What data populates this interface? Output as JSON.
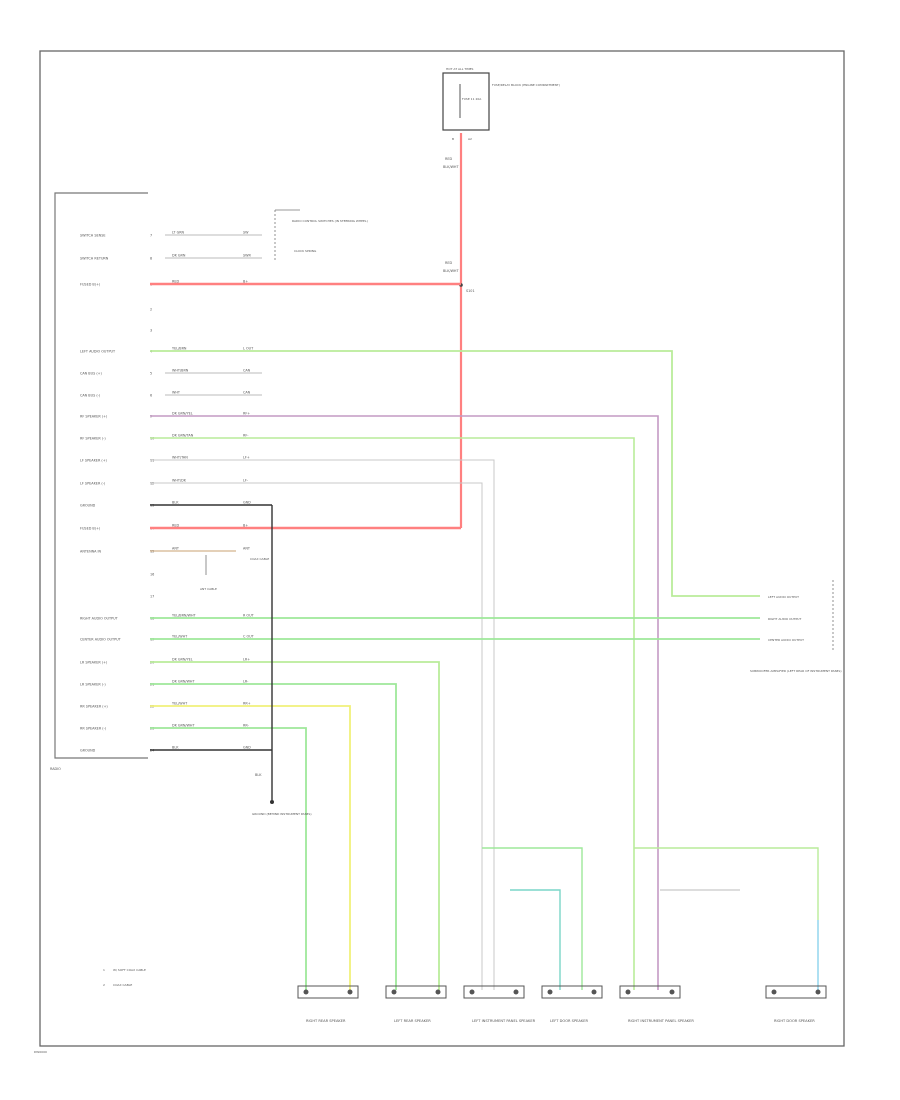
{
  "colors": {
    "border": "#666666",
    "power_red": "#ff8080",
    "green": "#9ee89a",
    "light_green": "#b9ec9a",
    "yellow": "#f0f07a",
    "purple": "#c49ac4",
    "gray": "#c8c8c8",
    "dark": "#333333",
    "blue": "#9ad8ee"
  },
  "fuse": {
    "title": "HOT AT ALL TIMES",
    "fuse_label": "FUSE 11 20A",
    "desc": "FUSE/RELAY BLOCK (ENGINE COMPARTMENT)",
    "pin_a": "B",
    "pin_b": "A2"
  },
  "vertical_wire": {
    "top_label": "RED",
    "top_sub": "BLK/WHT",
    "mid_label": "RED",
    "mid_sub": "BLK/WHT",
    "splice": "S101"
  },
  "steering": {
    "desc": "RADIO CONTROL SWITCHES (IN STEERING WHEEL)",
    "note": "CLOCK SPRING"
  },
  "amplifier": {
    "label": "RADIO",
    "pins": [
      {
        "name": "SWITCH SENSE",
        "num": "7",
        "wire": "LT GRN",
        "code": "SW"
      },
      {
        "name": "SWITCH RETURN",
        "num": "8",
        "wire": "DK GRN",
        "code": "SWR"
      },
      {
        "name": "FUSED B(+)",
        "num": "1",
        "wire": "RED",
        "code": "B+"
      },
      {
        "name": "",
        "num": "2",
        "wire": "",
        "code": ""
      },
      {
        "name": "",
        "num": "3",
        "wire": "",
        "code": ""
      },
      {
        "name": "LEFT AUDIO OUTPUT",
        "num": "4",
        "wire": "YEL/BRN",
        "code": "L OUT"
      },
      {
        "name": "CAN BUS (+)",
        "num": "5",
        "wire": "WHT/BRN",
        "code": "CAN"
      },
      {
        "name": "CAN BUS (-)",
        "num": "6",
        "wire": "WHT",
        "code": "CAN"
      },
      {
        "name": "RF SPEAKER (+)",
        "num": "9",
        "wire": "DK GRN/YEL",
        "code": "RF+"
      },
      {
        "name": "RF SPEAKER (-)",
        "num": "10",
        "wire": "DK GRN/TAN",
        "code": "RF-"
      },
      {
        "name": "LF SPEAKER (+)",
        "num": "11",
        "wire": "WHT/TAN",
        "code": "LF+"
      },
      {
        "name": "LF SPEAKER (-)",
        "num": "12",
        "wire": "WHT/DK",
        "code": "LF-"
      },
      {
        "name": "GROUND",
        "num": "13",
        "wire": "BLK",
        "code": "GND"
      },
      {
        "name": "FUSED B(+)",
        "num": "14",
        "wire": "RED",
        "code": "B+"
      },
      {
        "name": "ANTENNA IN",
        "num": "15",
        "wire": "ANT",
        "code": "ANT"
      },
      {
        "name": "",
        "num": "16",
        "wire": "",
        "code": ""
      },
      {
        "name": "",
        "num": "17",
        "wire": "",
        "code": ""
      },
      {
        "name": "RIGHT AUDIO OUTPUT",
        "num": "18",
        "wire": "YEL/BRN/WHT",
        "code": "R OUT"
      },
      {
        "name": "CENTER AUDIO OUTPUT",
        "num": "19",
        "wire": "YEL/WHT",
        "code": "C OUT"
      },
      {
        "name": "LR SPEAKER (+)",
        "num": "20",
        "wire": "DK GRN/YEL",
        "code": "LR+"
      },
      {
        "name": "LR SPEAKER (-)",
        "num": "21",
        "wire": "DK GRN/WHT",
        "code": "LR-"
      },
      {
        "name": "RR SPEAKER (+)",
        "num": "22",
        "wire": "YEL/WHT",
        "code": "RR+"
      },
      {
        "name": "RR SPEAKER (-)",
        "num": "23",
        "wire": "DK GRN/WHT",
        "code": "RR-"
      },
      {
        "name": "GROUND",
        "num": "24",
        "wire": "BLK",
        "code": "GND"
      }
    ]
  },
  "antenna_note": "ANT CABLE",
  "coax_label": "COAX CABLE",
  "ground": {
    "wire": "BLK",
    "desc": "GROUND (BEHIND INSTRUMENT PANEL)"
  },
  "right_connector": {
    "labels": [
      "LEFT AUDIO OUTPUT",
      "RIGHT AUDIO OUTPUT",
      "CENTER AUDIO OUTPUT"
    ],
    "desc": "SUBWOOFER AMPLIFIER (LEFT REAR OF INSTRUMENT PANEL)"
  },
  "speakers": [
    {
      "name": "RIGHT REAR SPEAKER"
    },
    {
      "name": "LEFT REAR SPEAKER"
    },
    {
      "name": "LEFT INSTRUMENT PANEL SPEAKER"
    },
    {
      "name": "LEFT DOOR SPEAKER"
    },
    {
      "name": "RIGHT INSTRUMENT PANEL SPEAKER"
    },
    {
      "name": "RIGHT DOOR SPEAKER"
    }
  ],
  "legend": [
    {
      "num": "1",
      "text": "W/ SOFT COAX CABLE"
    },
    {
      "num": "2",
      "text": "COAX CABLE"
    }
  ],
  "code": "DW0000"
}
